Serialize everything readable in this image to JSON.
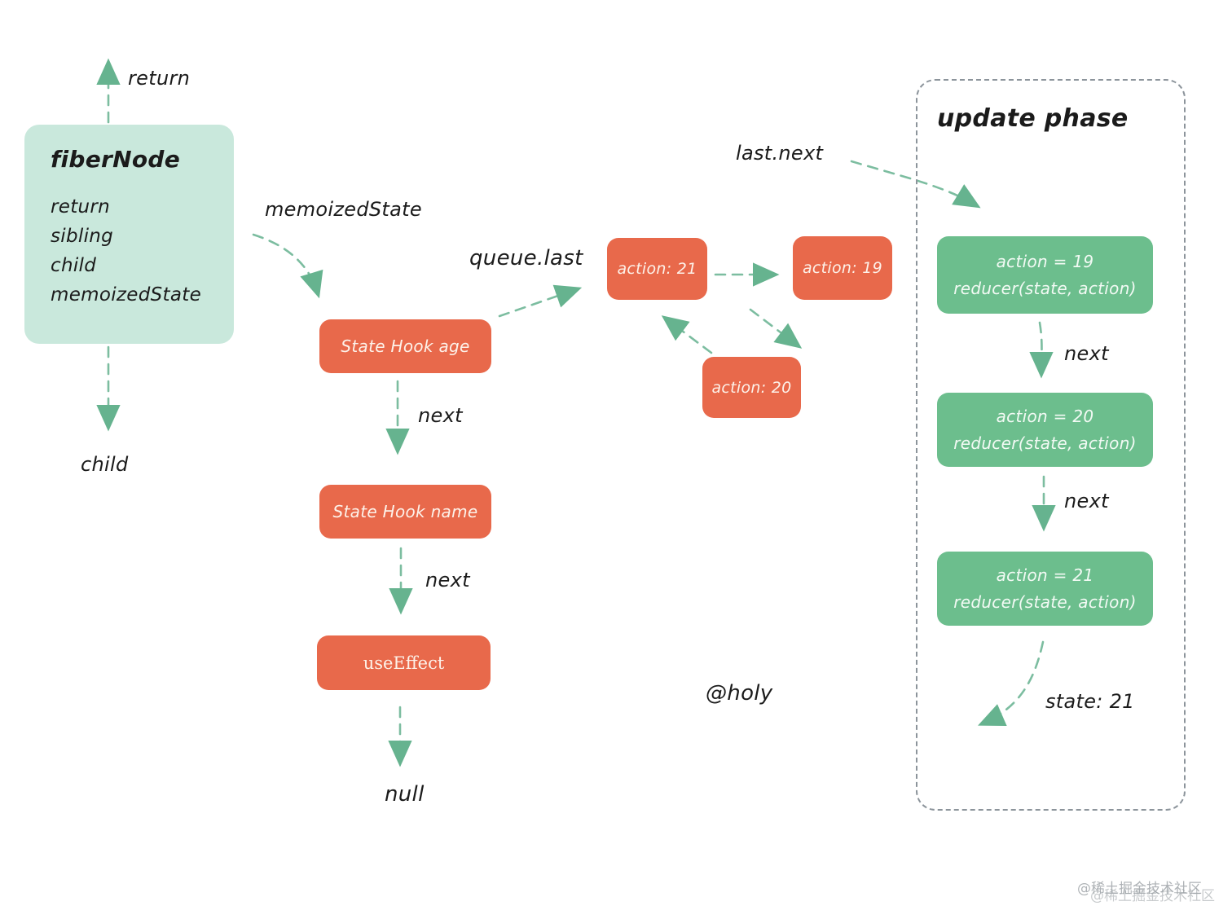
{
  "colors": {
    "orange_node": "#e8694b",
    "green_node": "#6cbe8d",
    "mint_node": "#c9e8dc",
    "arrow_green": "#7cbda0",
    "arrowhead_green": "#66b38f",
    "frame_gray": "#8c949b",
    "text_black": "#1b1b1b"
  },
  "fiber_node": {
    "title": "fiberNode",
    "fields": [
      "return",
      "sibling",
      "child",
      "memoizedState"
    ]
  },
  "labels": {
    "return": "return",
    "child": "child",
    "memoized_state": "memoizedState",
    "queue_last": "queue.last",
    "last_next": "last.next",
    "next": "next",
    "null": "null",
    "holy": "@holy",
    "state_result": "state: 21"
  },
  "hook_chain": [
    {
      "label": "State Hook age"
    },
    {
      "label": "State Hook name"
    },
    {
      "label": "useEffect"
    }
  ],
  "queue_nodes": [
    {
      "label": "action: 21"
    },
    {
      "label": "action: 19"
    },
    {
      "label": "action: 20"
    }
  ],
  "update_phase": {
    "title": "update phase",
    "steps": [
      {
        "line1": "action = 19",
        "line2": "reducer(state, action)"
      },
      {
        "line1": "action = 20",
        "line2": "reducer(state, action)"
      },
      {
        "line1": "action = 21",
        "line2": "reducer(state, action)"
      }
    ]
  },
  "watermark": "@稀土掘金技术社区"
}
